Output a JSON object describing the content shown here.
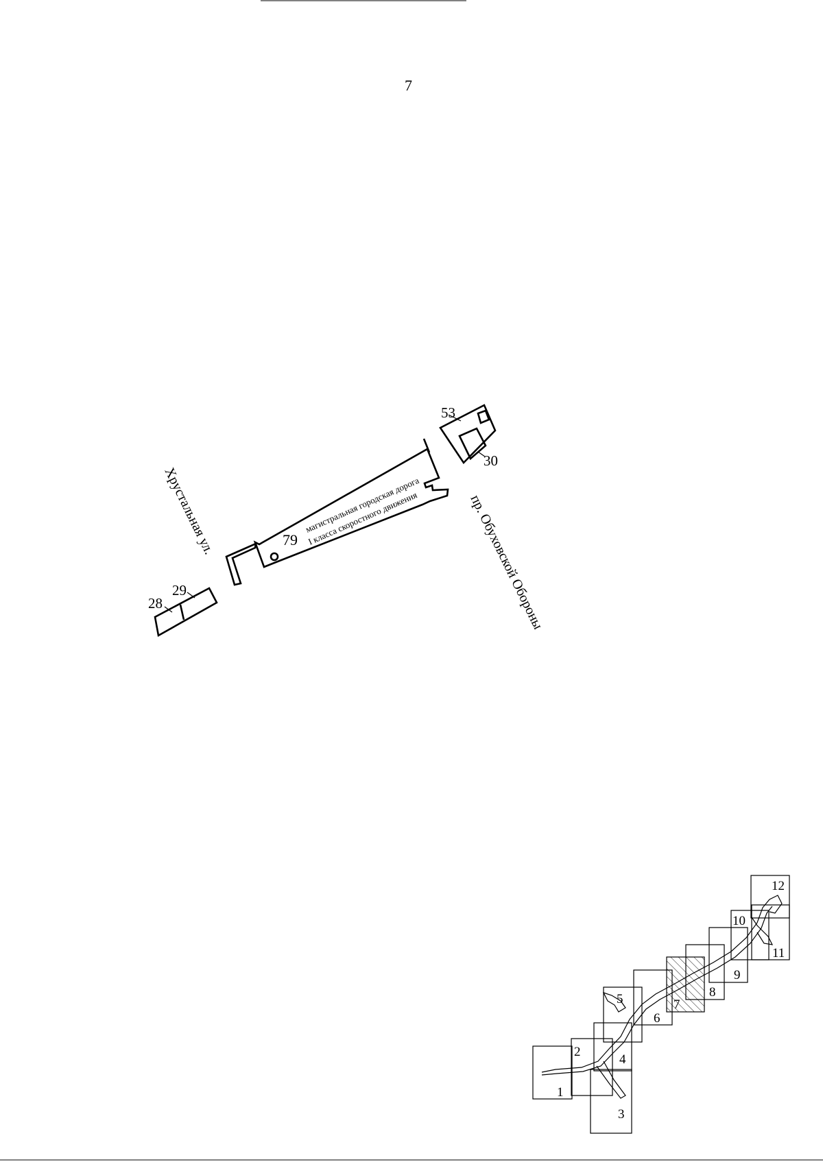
{
  "page": {
    "number": "7"
  },
  "streets": {
    "left": "Хрустальная ул.",
    "right": "пр. Обуховской Обороны"
  },
  "road": {
    "line1": "магистральная городская дорога",
    "line2": "I класса скоростного движения"
  },
  "parcels": {
    "p79": "79",
    "p53": "53",
    "p30": "30",
    "p28": "28",
    "p29": "29"
  },
  "index_map": {
    "sheets": [
      "1",
      "2",
      "3",
      "4",
      "5",
      "6",
      "7",
      "8",
      "9",
      "10",
      "11",
      "12"
    ],
    "highlighted_sheet": "7"
  }
}
